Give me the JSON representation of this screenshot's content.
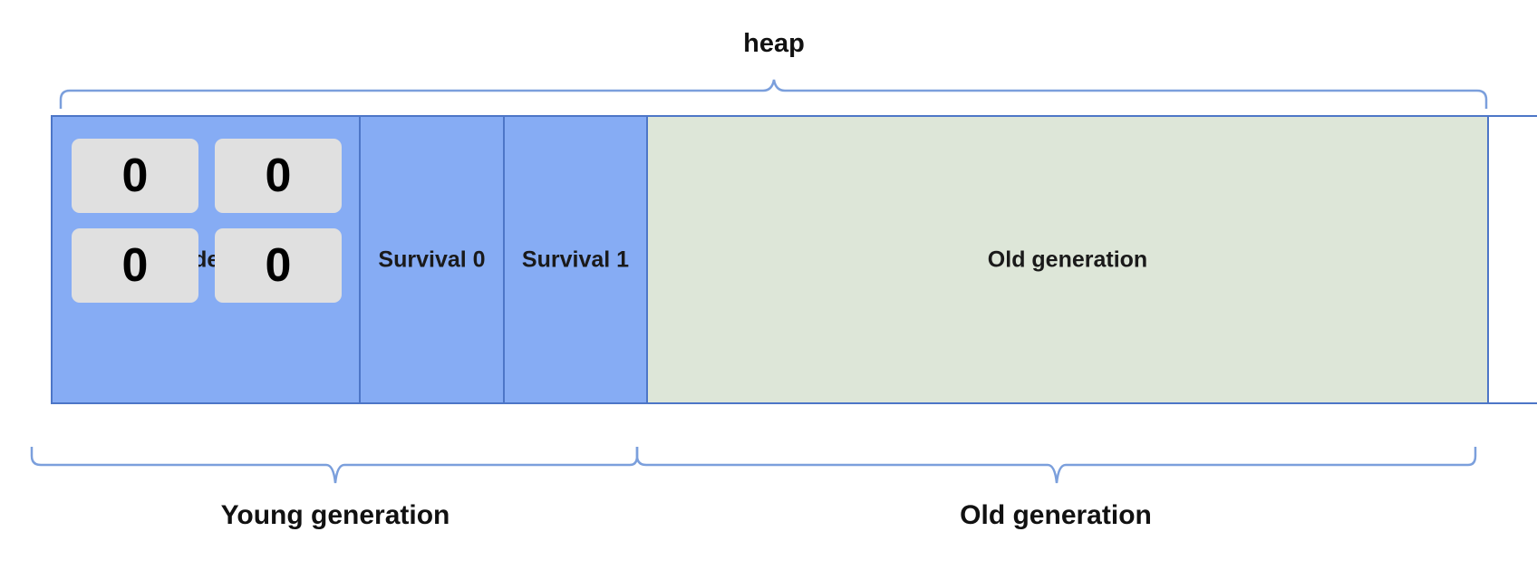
{
  "heap_label": "heap",
  "regions": {
    "eden_label": "Eden",
    "survival0_label": "Survival 0",
    "survival1_label": "Survival 1",
    "old_label": "Old generation"
  },
  "counters": [
    "0",
    "0",
    "0",
    "0"
  ],
  "bottom_labels": {
    "young": "Young generation",
    "old": "Old generation"
  },
  "colors": {
    "young_fill": "#86acf4",
    "old_fill": "#dde6d8",
    "border": "#4d76c7",
    "brace": "#7b9fdc",
    "counter_fill": "#e0e0e0"
  }
}
